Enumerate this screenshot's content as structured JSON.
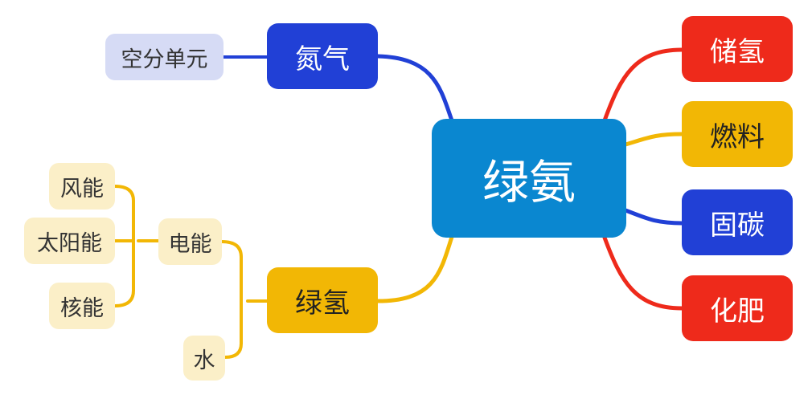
{
  "center": {
    "label": "绿氨",
    "color": "#0a87d0"
  },
  "branches": {
    "nitrogen": {
      "label": "氮气",
      "color": "#2140d6"
    },
    "green_hydrogen": {
      "label": "绿氢",
      "color": "#f2b705"
    },
    "hydrogen_storage": {
      "label": "储氢",
      "color": "#ee2a1b"
    },
    "fuel": {
      "label": "燃料",
      "color": "#f2b705"
    },
    "carbon_fixation": {
      "label": "固碳",
      "color": "#2140d6"
    },
    "fertilizer": {
      "label": "化肥",
      "color": "#ee2a1b"
    }
  },
  "subnodes": {
    "air_separation": {
      "label": "空分单元",
      "color": "#d6dbf5"
    },
    "electricity": {
      "label": "电能",
      "color": "#fbefc8"
    },
    "water": {
      "label": "水",
      "color": "#fbefc8"
    },
    "wind": {
      "label": "风能",
      "color": "#fbefc8"
    },
    "solar": {
      "label": "太阳能",
      "color": "#fbefc8"
    },
    "nuclear": {
      "label": "核能",
      "color": "#fbefc8"
    }
  }
}
